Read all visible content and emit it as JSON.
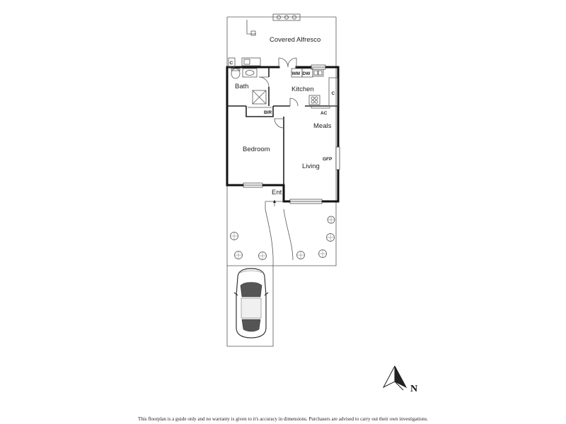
{
  "rooms": {
    "covered_alfresco": "Covered Alfresco",
    "bath": "Bath",
    "kitchen": "Kitchen",
    "bir": "BIR",
    "meals": "Meals",
    "bedroom": "Bedroom",
    "living": "Living",
    "entry": "Ent"
  },
  "fixtures": {
    "wm": "WM",
    "dw": "DW",
    "cupboard_c": "C",
    "ac": "AC",
    "gfp": "GFP"
  },
  "compass": {
    "label": "N"
  },
  "disclaimer": "This floorplan is a guide only and no warranty is given to it's accuracy in dimensions. Purchasers are advised to carry out their own investigations."
}
